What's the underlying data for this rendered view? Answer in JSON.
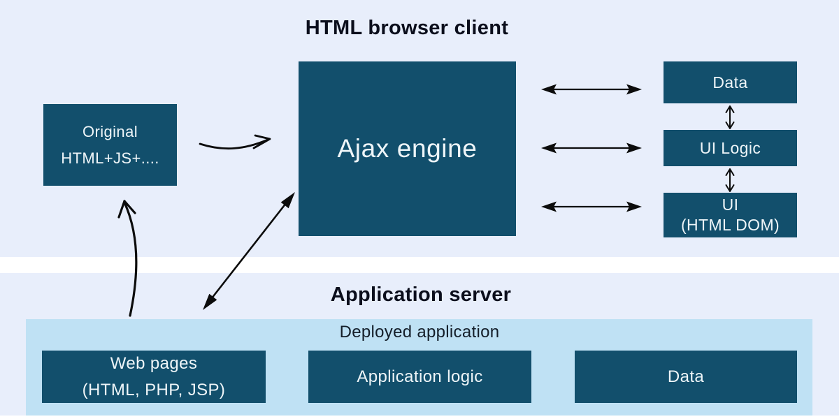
{
  "colors": {
    "section_band": "#e8eefb",
    "node_box": "#124f6c",
    "deployed_container": "#bfe1f4",
    "box_text": "#eef5f8",
    "title_text": "#0b0e1c",
    "arrow": "#0c0c0c"
  },
  "browser": {
    "title": "HTML browser client",
    "original_box": {
      "line1": "Original",
      "line2": "HTML+JS+...."
    },
    "ajax_box": {
      "label": "Ajax engine"
    },
    "stack": [
      {
        "label": "Data"
      },
      {
        "label": "UI Logic"
      },
      {
        "line1": "UI",
        "line2": "(HTML DOM)"
      }
    ]
  },
  "server": {
    "title": "Application server",
    "container_label": "Deployed application",
    "boxes": [
      {
        "line1": "Web pages",
        "line2": "(HTML, PHP, JSP)"
      },
      {
        "label": "Application logic"
      },
      {
        "label": "Data"
      }
    ]
  },
  "connections": [
    {
      "from": "Original HTML+JS+....",
      "to": "Ajax engine",
      "bidirectional": false,
      "style": "curved"
    },
    {
      "from": "Deployed application",
      "to": "Original HTML+JS+....",
      "bidirectional": false,
      "style": "curved"
    },
    {
      "from": "Ajax engine",
      "to": "Deployed application",
      "bidirectional": true,
      "style": "straight-diagonal"
    },
    {
      "from": "Ajax engine",
      "to": "Data",
      "bidirectional": true,
      "style": "horizontal"
    },
    {
      "from": "Ajax engine",
      "to": "UI Logic",
      "bidirectional": true,
      "style": "horizontal"
    },
    {
      "from": "Ajax engine",
      "to": "UI (HTML DOM)",
      "bidirectional": true,
      "style": "horizontal"
    },
    {
      "from": "Data",
      "to": "UI Logic",
      "bidirectional": true,
      "style": "vertical"
    },
    {
      "from": "UI Logic",
      "to": "UI (HTML DOM)",
      "bidirectional": true,
      "style": "vertical"
    }
  ]
}
